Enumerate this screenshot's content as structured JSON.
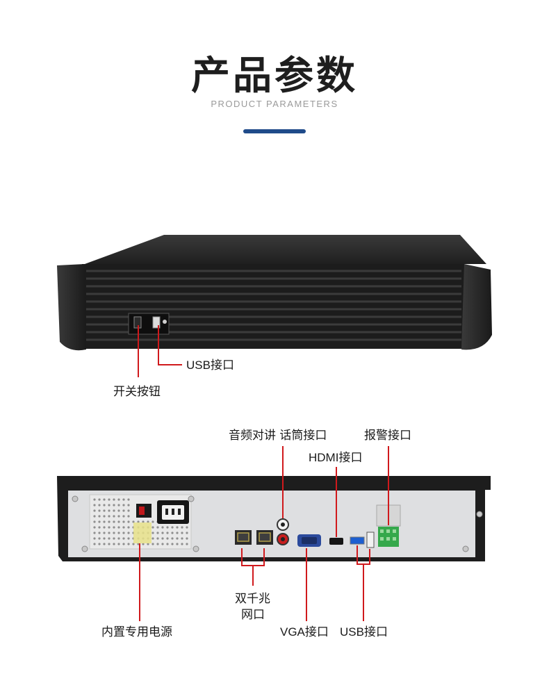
{
  "header": {
    "title": "产品参数",
    "subtitle": "PRODUCT PARAMETERS",
    "accent_color": "#1f4b8a"
  },
  "front_view": {
    "labels": {
      "usb": "USB接口",
      "power_switch": "开关按钮"
    }
  },
  "rear_view": {
    "labels": {
      "audio": "音频对讲 话筒接口",
      "hdmi": "HDMI接口",
      "alarm": "报警接口",
      "network_line1": "双千兆",
      "network_line2": "网口",
      "power_supply": "内置专用电源",
      "vga": "VGA接口",
      "usb": "USB接口"
    }
  },
  "callout_color": "#d0191c"
}
